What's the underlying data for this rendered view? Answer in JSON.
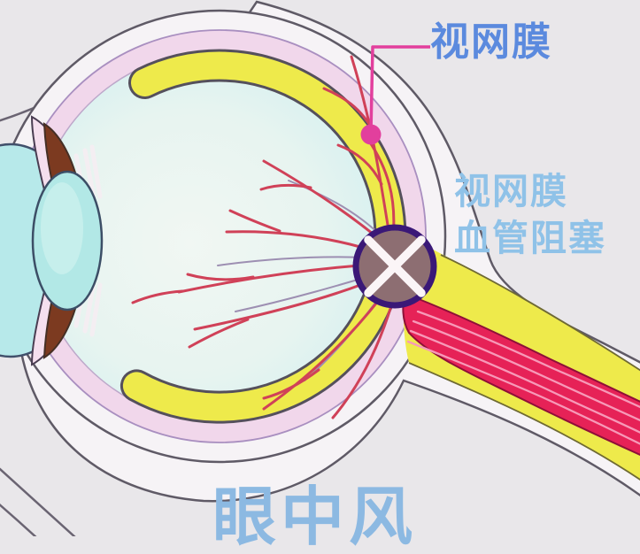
{
  "page": {
    "background_color": "#e9e7ea"
  },
  "diagram": {
    "type": "medical-illustration",
    "subject": "cross-section of a human eye showing retinal blood vessel occlusion (eye stroke)",
    "title": {
      "text": "眼中风",
      "color": "#8cb9e2"
    },
    "labels": {
      "retina": {
        "text": "视网膜",
        "color": "#5b8ade",
        "callout_color": "#e23f9d"
      },
      "occlusion": {
        "lines": [
          "视网膜",
          "血管阻塞"
        ],
        "color": "#8fc2e8"
      }
    },
    "colors": {
      "background": "#e9e7ea",
      "sclera": "#f6f3f6",
      "outline": "#5f5a66",
      "choroid_band": "#f1d7eb",
      "choroid_edge": "#a98fc0",
      "retina_layer": "#eeea4b",
      "retina_outline": "#55505c",
      "vitreous_edge": "#bfecf2",
      "vitreous_center": "#f1f7f3",
      "cornea_lens": "#b2e8e6",
      "lens_outline": "#3c4e66",
      "iris_pink": "#f5dfee",
      "ciliary_body": "#7c3a20",
      "vessel_red": "#d04158",
      "vein_purple": "#9d8fb2",
      "nerve_vessel_red": "#e62257",
      "nerve_vessel_lines": "#f799b8",
      "occlusion_fill": "#8d6e72",
      "occlusion_border": "#3a1877",
      "occlusion_x": "#fbf5f7",
      "callout_pink": "#e23f9d"
    }
  }
}
